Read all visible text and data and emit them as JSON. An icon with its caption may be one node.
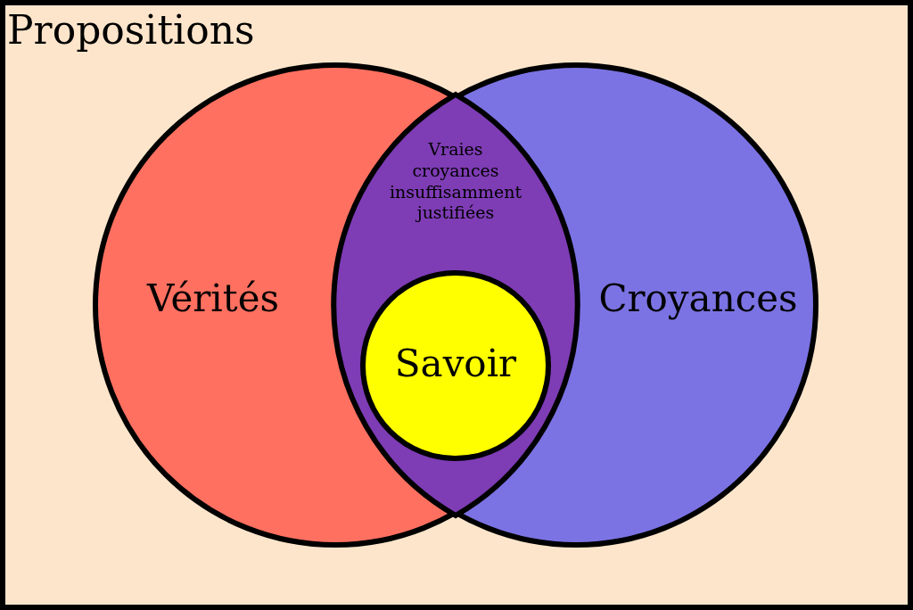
{
  "diagram": {
    "nodes": [
      {
        "text": [
          "Propositions"
        ]
      },
      {
        "text": [
          "Vérités"
        ],
        "in": 0
      },
      {
        "text": [
          "Croyances"
        ],
        "in": 0
      },
      {
        "text": [
          "Vraies croyances insuffisamment justifiées"
        ]
      },
      {
        "text": [
          "Savoir"
        ],
        "in": 3
      }
    ],
    "edges": []
  }
}
